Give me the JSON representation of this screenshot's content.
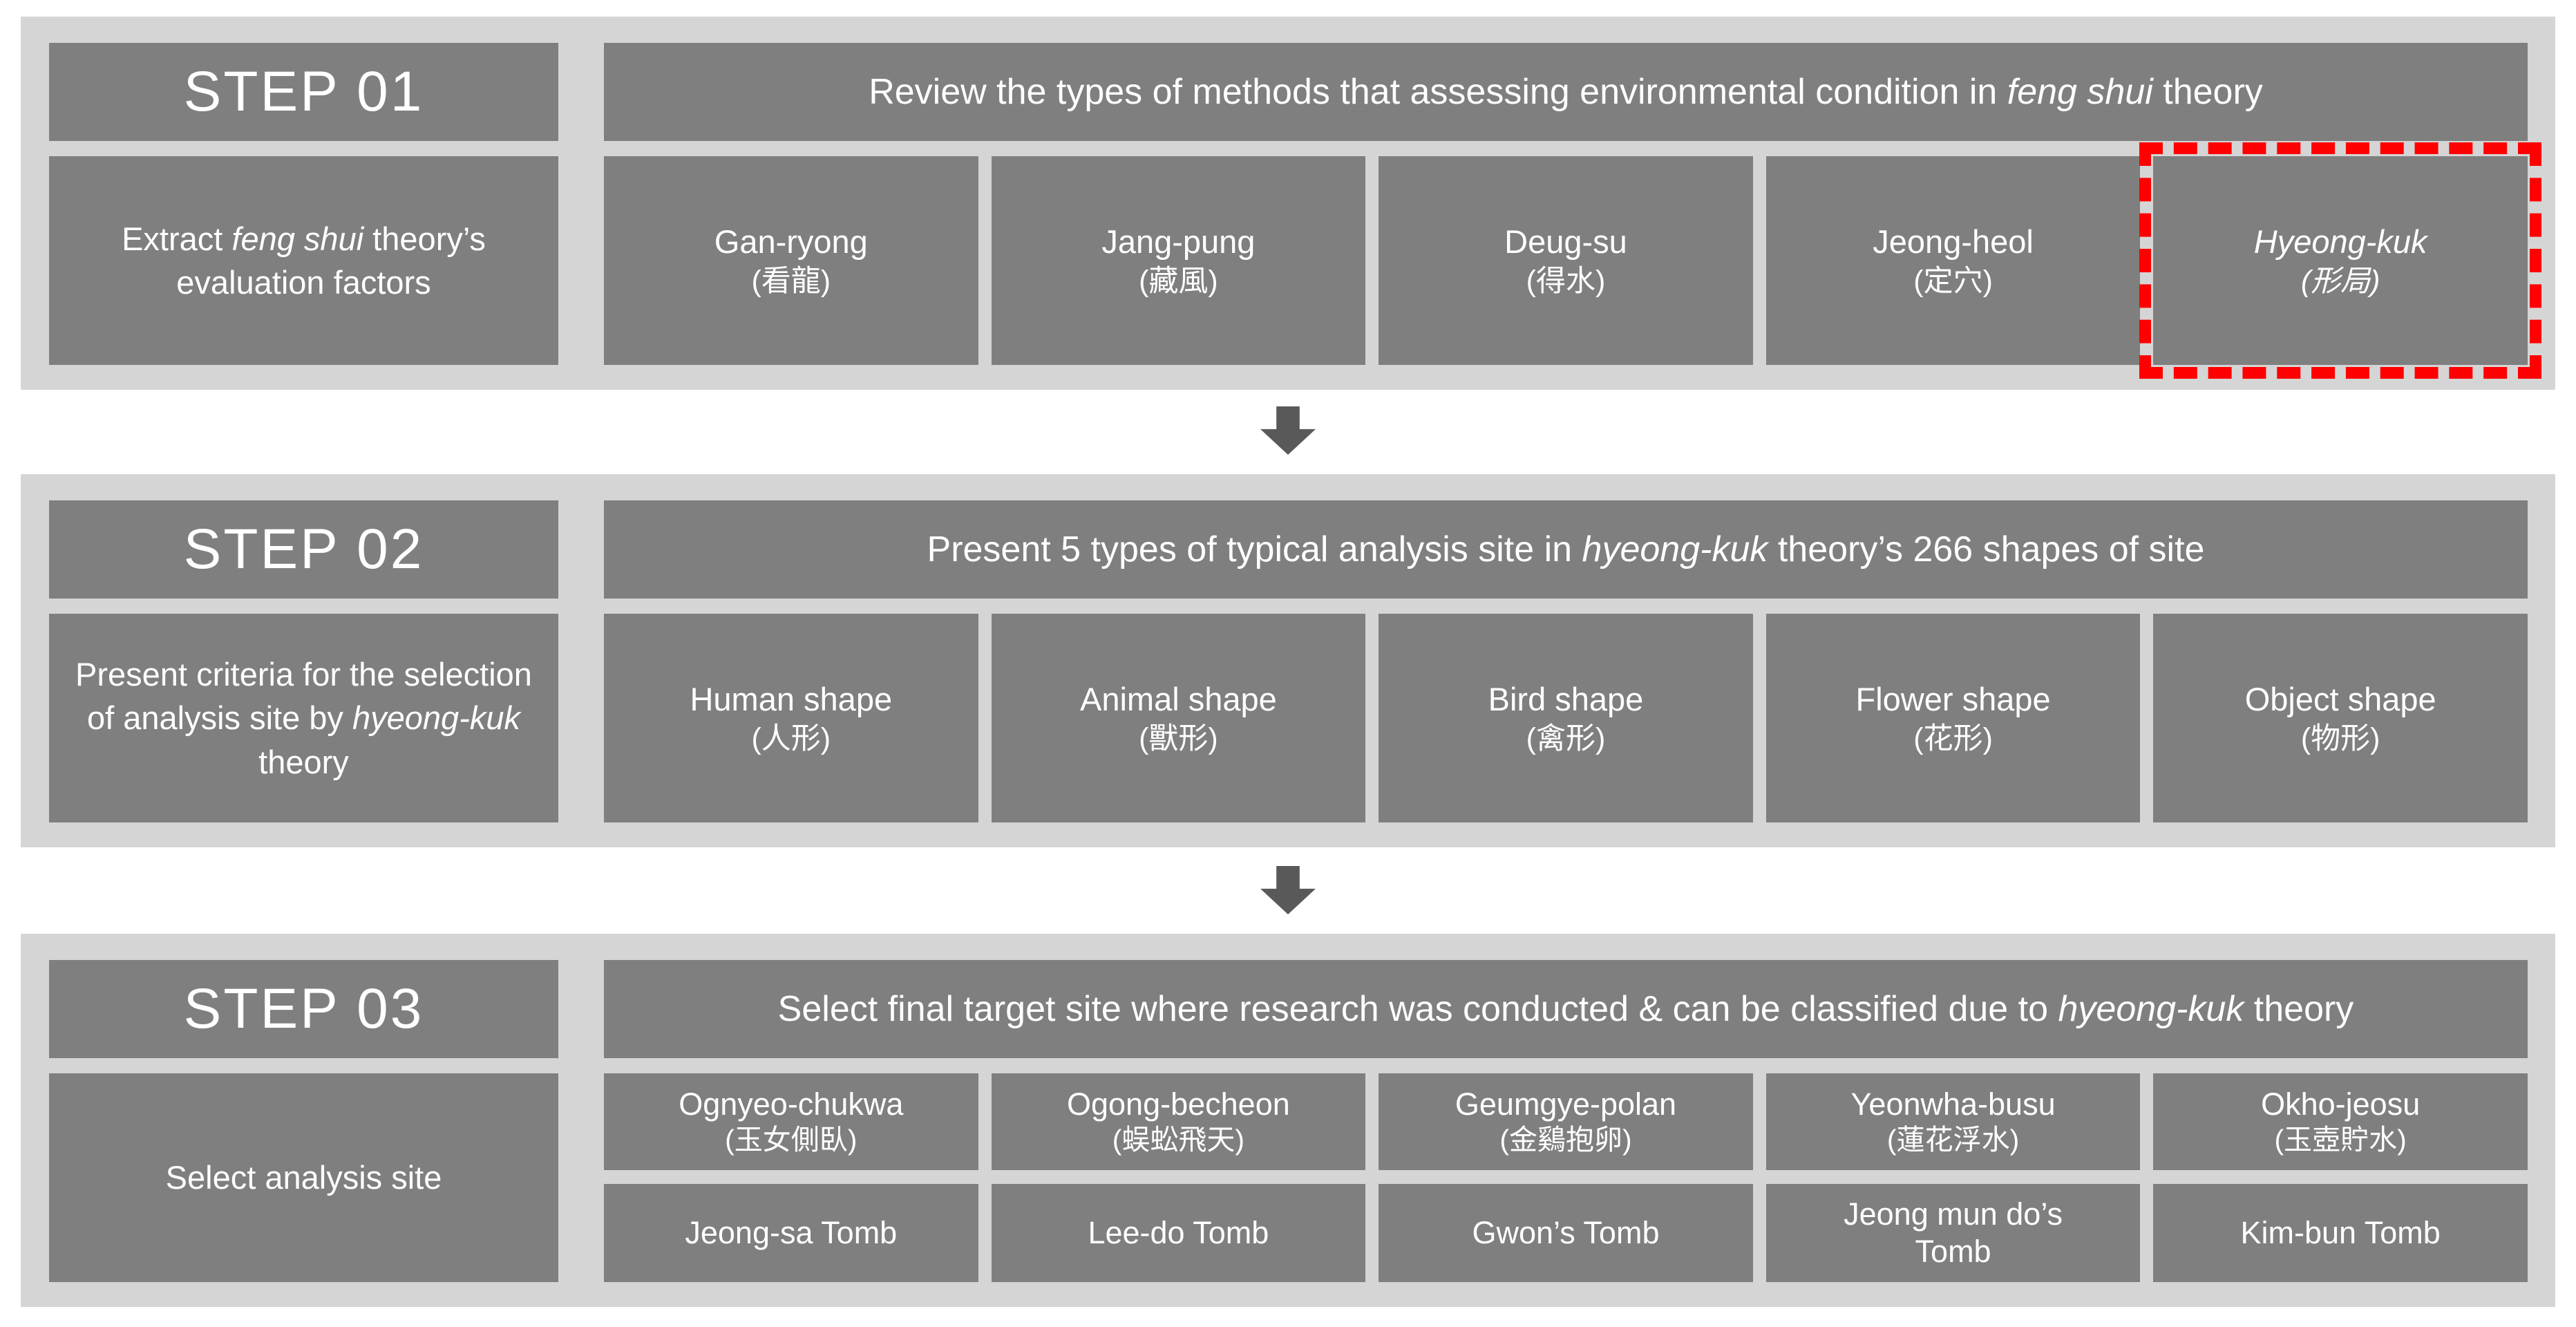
{
  "palette": {
    "band_background": "#d6d5d5",
    "box_background": "#7f7f7f",
    "text": "#ffffff",
    "arrow": "#595959",
    "highlight_border": "#ff0000"
  },
  "steps": [
    {
      "label": "STEP 01",
      "header": {
        "pre": "Review the types of methods that assessing environmental condition in ",
        "em": "feng shui",
        "post": " theory"
      },
      "side": {
        "pre": "Extract ",
        "em": "feng shui",
        "post": " theory’s evaluation factors"
      },
      "cells": [
        {
          "name": "Gan-ryong",
          "cjk": "(看龍)"
        },
        {
          "name": "Jang-pung",
          "cjk": "(藏風)"
        },
        {
          "name": "Deug-su",
          "cjk": "(得水)"
        },
        {
          "name": "Jeong-heol",
          "cjk": "(定穴)"
        },
        {
          "name": "Hyeong-kuk",
          "cjk": "(形局)"
        }
      ]
    },
    {
      "label": "STEP 02",
      "header": {
        "pre": "Present 5 types of typical analysis site in ",
        "em": "hyeong-kuk",
        "post": " theory’s 266 shapes of site"
      },
      "side": {
        "pre": "Present criteria for the selection of analysis site by ",
        "em": "hyeong-kuk",
        "post": " theory"
      },
      "cells": [
        {
          "name": "Human shape",
          "cjk": "(人形)"
        },
        {
          "name": "Animal shape",
          "cjk": "(獸形)"
        },
        {
          "name": "Bird shape",
          "cjk": "(禽形)"
        },
        {
          "name": "Flower shape",
          "cjk": "(花形)"
        },
        {
          "name": "Object shape",
          "cjk": "(物形)"
        }
      ]
    },
    {
      "label": "STEP 03",
      "header": {
        "pre": "Select final target site where research was conducted & can be classified due to ",
        "em": "hyeong-kuk",
        "post": " theory"
      },
      "side": {
        "pre": "Select analysis site",
        "em": "",
        "post": ""
      },
      "cells": [
        {
          "name": "Ognyeo-chukwa",
          "cjk": "(玉女側臥)"
        },
        {
          "name": "Ogong-becheon",
          "cjk": "(蜈蚣飛天)"
        },
        {
          "name": "Geumgye-polan",
          "cjk": "(金鷄抱卵)"
        },
        {
          "name": "Yeonwha-busu",
          "cjk": "(蓮花浮水)"
        },
        {
          "name": "Okho-jeosu",
          "cjk": "(玉壺貯水)"
        }
      ],
      "cells2": [
        {
          "name": "Jeong-sa Tomb"
        },
        {
          "name": "Lee-do Tomb"
        },
        {
          "name": "Gwon’s Tomb"
        },
        {
          "name": "Jeong mun do’s\nTomb"
        },
        {
          "name": "Kim-bun Tomb"
        }
      ]
    }
  ]
}
